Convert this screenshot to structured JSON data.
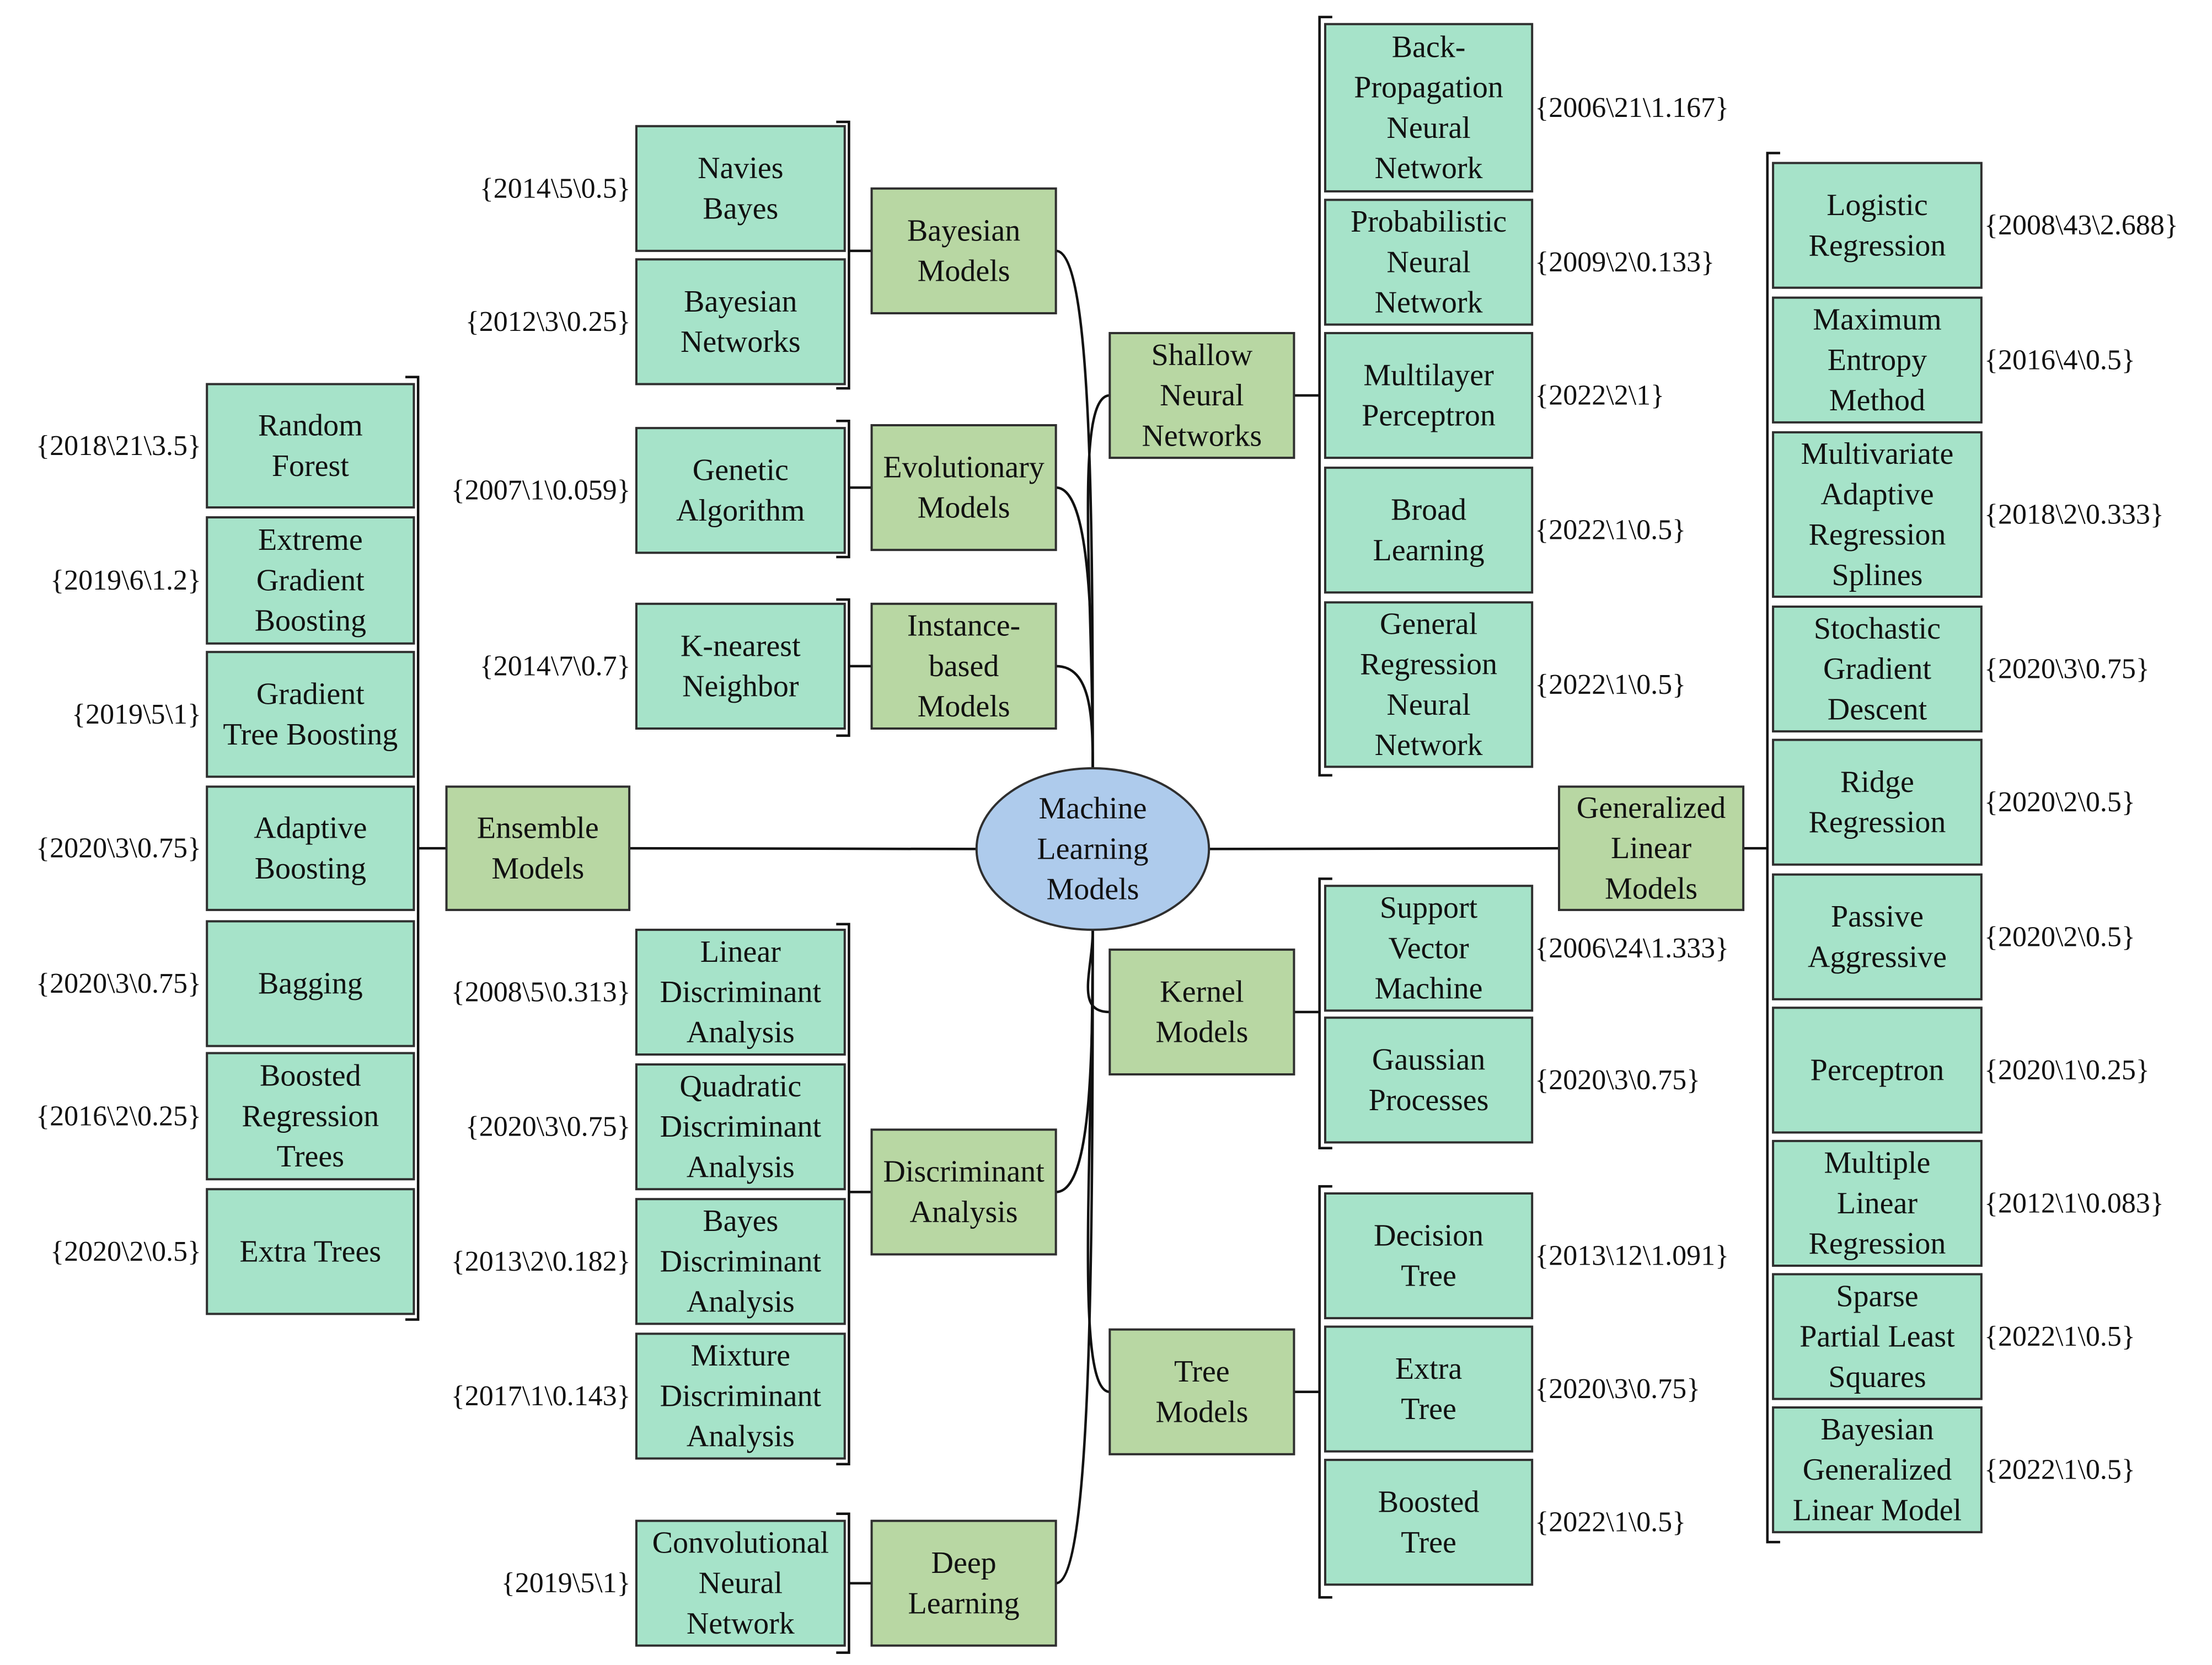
{
  "root": {
    "label": "Machine\nLearning\nModels",
    "color": "#aecbec"
  },
  "colors": {
    "category_fill": "#b8d7a3",
    "leaf_fill": "#a6e3c9",
    "line": "#111111"
  },
  "categories": [
    {
      "id": "bayesian",
      "label": "Bayesian\nModels",
      "items": [
        {
          "label": "Navies\nBayes",
          "stat": "{2014\\5\\0.5}"
        },
        {
          "label": "Bayesian\nNetworks",
          "stat": "{2012\\3\\0.25}"
        }
      ]
    },
    {
      "id": "evolutionary",
      "label": "Evolutionary\nModels",
      "items": [
        {
          "label": "Genetic\nAlgorithm",
          "stat": "{2007\\1\\0.059}"
        }
      ]
    },
    {
      "id": "instance",
      "label": "Instance-\nbased\nModels",
      "items": [
        {
          "label": "K-nearest\nNeighbor",
          "stat": "{2014\\7\\0.7}"
        }
      ]
    },
    {
      "id": "ensemble",
      "label": "Ensemble\nModels",
      "items": [
        {
          "label": "Random\nForest",
          "stat": "{2018\\21\\3.5}"
        },
        {
          "label": "Extreme\nGradient\nBoosting",
          "stat": "{2019\\6\\1.2}"
        },
        {
          "label": "Gradient\nTree Boosting",
          "stat": "{2019\\5\\1}"
        },
        {
          "label": "Adaptive\nBoosting",
          "stat": "{2020\\3\\0.75}"
        },
        {
          "label": "Bagging",
          "stat": "{2020\\3\\0.75}"
        },
        {
          "label": "Boosted\nRegression\nTrees",
          "stat": "{2016\\2\\0.25}"
        },
        {
          "label": "Extra Trees",
          "stat": "{2020\\2\\0.5}"
        }
      ]
    },
    {
      "id": "discriminant",
      "label": "Discriminant\nAnalysis",
      "items": [
        {
          "label": "Linear\nDiscriminant\nAnalysis",
          "stat": "{2008\\5\\0.313}"
        },
        {
          "label": "Quadratic\nDiscriminant\nAnalysis",
          "stat": "{2020\\3\\0.75}"
        },
        {
          "label": "Bayes\nDiscriminant\nAnalysis",
          "stat": "{2013\\2\\0.182}"
        },
        {
          "label": "Mixture\nDiscriminant\nAnalysis",
          "stat": "{2017\\1\\0.143}"
        }
      ]
    },
    {
      "id": "deep",
      "label": "Deep\nLearning",
      "items": [
        {
          "label": "Convolutional\nNeural\nNetwork",
          "stat": "{2019\\5\\1}"
        }
      ]
    },
    {
      "id": "shallow",
      "label": "Shallow\nNeural\nNetworks",
      "items": [
        {
          "label": "Back-\nPropagation\nNeural\nNetwork",
          "stat": "{2006\\21\\1.167}"
        },
        {
          "label": "Probabilistic\nNeural\nNetwork",
          "stat": "{2009\\2\\0.133}"
        },
        {
          "label": "Multilayer\nPerceptron",
          "stat": "{2022\\2\\1}"
        },
        {
          "label": "Broad\nLearning",
          "stat": "{2022\\1\\0.5}"
        },
        {
          "label": "General\nRegression\nNeural\nNetwork",
          "stat": "{2022\\1\\0.5}"
        }
      ]
    },
    {
      "id": "kernel",
      "label": "Kernel\nModels",
      "items": [
        {
          "label": "Support\nVector\nMachine",
          "stat": "{2006\\24\\1.333}"
        },
        {
          "label": "Gaussian\nProcesses",
          "stat": "{2020\\3\\0.75}"
        }
      ]
    },
    {
      "id": "tree",
      "label": "Tree\nModels",
      "items": [
        {
          "label": "Decision\nTree",
          "stat": "{2013\\12\\1.091}"
        },
        {
          "label": "Extra\nTree",
          "stat": "{2020\\3\\0.75}"
        },
        {
          "label": "Boosted\nTree",
          "stat": "{2022\\1\\0.5}"
        }
      ]
    },
    {
      "id": "glm",
      "label": "Generalized\nLinear\nModels",
      "items": [
        {
          "label": "Logistic\nRegression",
          "stat": "{2008\\43\\2.688}"
        },
        {
          "label": "Maximum\nEntropy\nMethod",
          "stat": "{2016\\4\\0.5}"
        },
        {
          "label": "Multivariate\nAdaptive\nRegression\nSplines",
          "stat": "{2018\\2\\0.333}"
        },
        {
          "label": "Stochastic\nGradient\nDescent",
          "stat": "{2020\\3\\0.75}"
        },
        {
          "label": "Ridge\nRegression",
          "stat": "{2020\\2\\0.5}"
        },
        {
          "label": "Passive\nAggressive",
          "stat": "{2020\\2\\0.5}"
        },
        {
          "label": "Perceptron",
          "stat": "{2020\\1\\0.25}"
        },
        {
          "label": "Multiple\nLinear\nRegression",
          "stat": "{2012\\1\\0.083}"
        },
        {
          "label": "Sparse\nPartial Least\nSquares",
          "stat": "{2022\\1\\0.5}"
        },
        {
          "label": "Bayesian\nGeneralized\nLinear Model",
          "stat": "{2022\\1\\0.5}"
        }
      ]
    }
  ]
}
